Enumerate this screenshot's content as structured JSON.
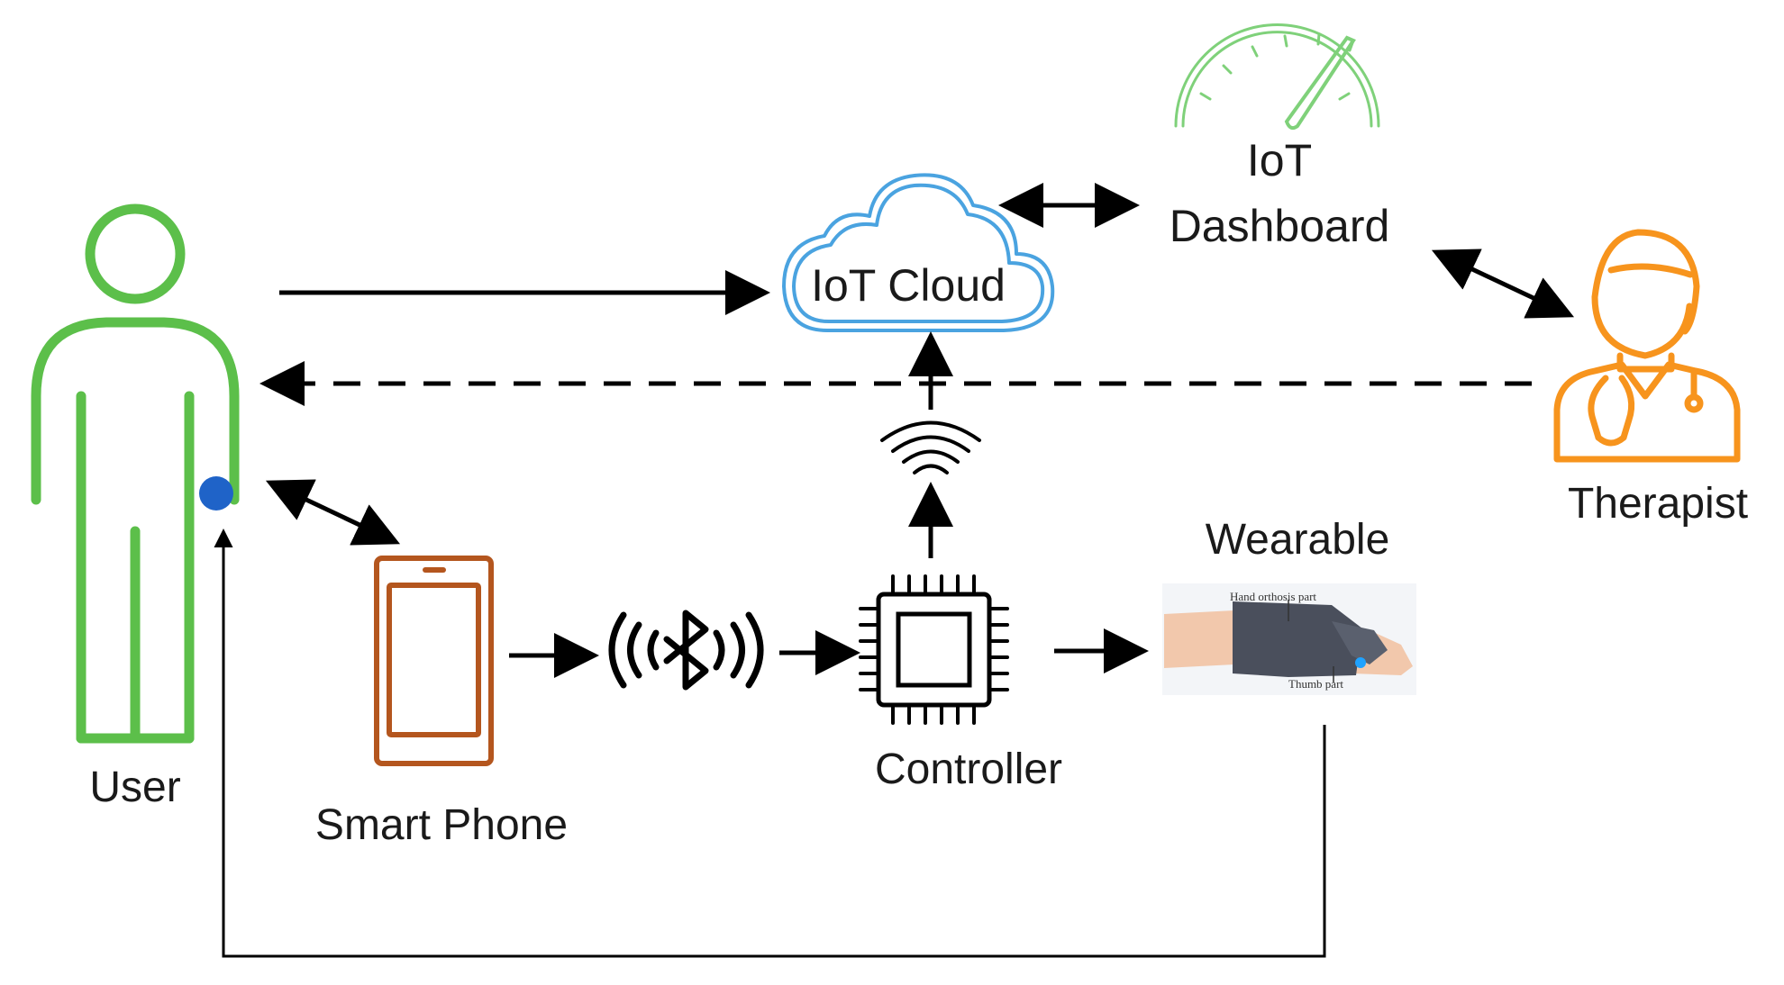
{
  "labels": {
    "user": "User",
    "smart_phone": "Smart Phone",
    "controller": "Controller",
    "wearable": "Wearable",
    "iot_cloud": "IoT Cloud",
    "iot_dashboard_line1": "IoT",
    "iot_dashboard_line2": "Dashboard",
    "therapist": "Therapist"
  },
  "wearable_image_labels": {
    "part_top": "Hand orthosis part",
    "part_bottom": "Thumb part"
  },
  "icons": {
    "user": "person-outline-icon",
    "sensor": "sensor-dot-icon",
    "smart_phone": "smartphone-icon",
    "bluetooth": "bluetooth-signal-icon",
    "controller": "microchip-icon",
    "wifi": "wifi-signal-icon",
    "cloud": "cloud-icon",
    "dashboard": "gauge-icon",
    "therapist": "doctor-icon",
    "wearable": "hand-orthosis-image"
  },
  "colors": {
    "user": "#5cbf4a",
    "sensor": "#1f63c8",
    "smart_phone": "#b4561e",
    "cloud": "#4aa3e0",
    "dashboard": "#7fd17a",
    "therapist": "#f7941d",
    "arrow": "#000000"
  }
}
